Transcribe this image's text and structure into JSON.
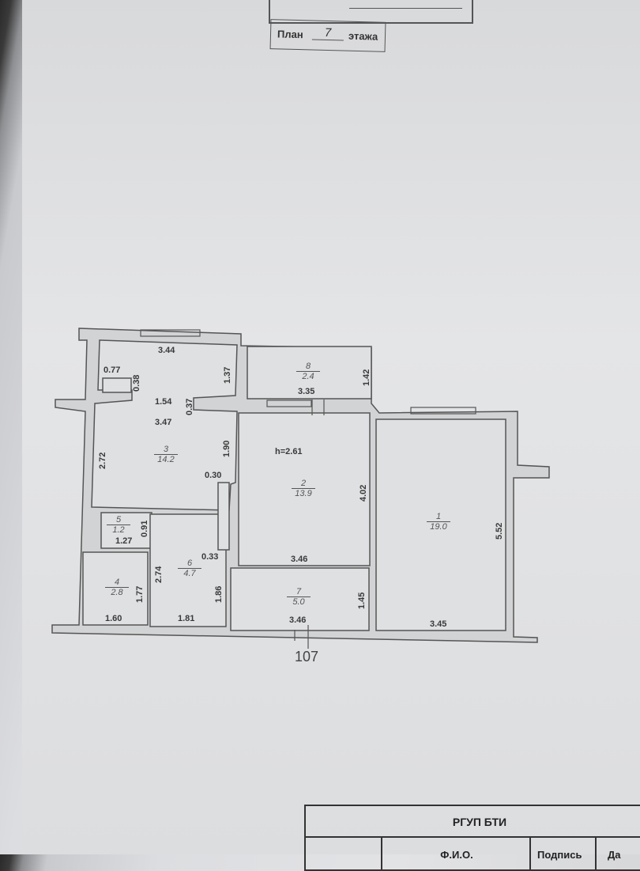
{
  "header": {
    "plan_label": "План",
    "floor": "7",
    "floor_suffix": "этажа"
  },
  "ceiling_height": "h=2.61",
  "rooms": [
    {
      "number": "1",
      "area": "19.0"
    },
    {
      "number": "2",
      "area": "13.9"
    },
    {
      "number": "3",
      "area": "14.2"
    },
    {
      "number": "4",
      "area": "2.8"
    },
    {
      "number": "5",
      "area": "1.2"
    },
    {
      "number": "6",
      "area": "4.7"
    },
    {
      "number": "7",
      "area": "5.0"
    },
    {
      "number": "8",
      "area": "2.4"
    }
  ],
  "dimensions": [
    "3.44",
    "0.77",
    "0.38",
    "1.37",
    "1.54",
    "0.37",
    "3.47",
    "2.72",
    "1.90",
    "0.30",
    "3.35",
    "1.42",
    "4.02",
    "3.46",
    "5.52",
    "0.91",
    "1.27",
    "2.74",
    "0.33",
    "1.77",
    "1.86",
    "1.45",
    "1.60",
    "1.81",
    "3.46",
    "3.45"
  ],
  "apartment_number": "107",
  "stamp": {
    "org": "РГУП БТИ",
    "col_name": "Ф.И.О.",
    "col_signature": "Подпись",
    "col_date": "Да"
  }
}
